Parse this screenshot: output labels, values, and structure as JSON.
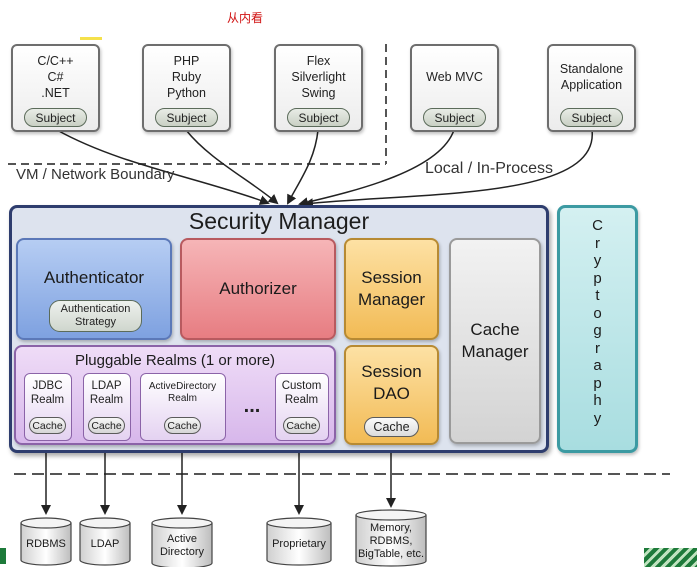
{
  "header_note": "从内看",
  "apps": [
    {
      "label": "C/C++\nC#\n.NET",
      "subject": "Subject"
    },
    {
      "label": "PHP\nRuby\nPython",
      "subject": "Subject"
    },
    {
      "label": "Flex\nSilverlight\nSwing",
      "subject": "Subject"
    },
    {
      "label": "Web MVC",
      "subject": "Subject"
    },
    {
      "label": "Standalone\nApplication",
      "subject": "Subject"
    }
  ],
  "boundaries": {
    "vm_network": "VM / Network Boundary",
    "local_in_process": "Local / In-Process"
  },
  "security_manager": {
    "title": "Security Manager",
    "authenticator": {
      "label": "Authenticator",
      "strategy": "Authentication\nStrategy"
    },
    "authorizer": {
      "label": "Authorizer"
    },
    "session_manager": {
      "label": "Session\nManager"
    },
    "cache_manager": {
      "label": "Cache\nManager"
    },
    "session_dao": {
      "label": "Session\nDAO",
      "cache": "Cache"
    },
    "pluggable_realms": {
      "title": "Pluggable Realms (1 or more)",
      "ellipsis": "...",
      "realms": [
        {
          "label": "JDBC\nRealm",
          "cache": "Cache"
        },
        {
          "label": "LDAP\nRealm",
          "cache": "Cache"
        },
        {
          "label": "ActiveDirectory\nRealm",
          "cache": "Cache"
        },
        {
          "label": "Custom\nRealm",
          "cache": "Cache"
        }
      ]
    }
  },
  "cryptography": {
    "letters": [
      "C",
      "r",
      "y",
      "p",
      "t",
      "o",
      "g",
      "r",
      "a",
      "p",
      "h",
      "y"
    ]
  },
  "data_sources": [
    {
      "label": "RDBMS"
    },
    {
      "label": "LDAP"
    },
    {
      "label": "Active\nDirectory"
    },
    {
      "label": "Proprietary"
    },
    {
      "label": "Memory,\nRDBMS,\nBigTable, etc."
    }
  ],
  "colors": {
    "authenticator": "#7ea1e0",
    "authorizer": "#e77d82",
    "session": "#f2bb55",
    "cache_manager": "#d3d3d3",
    "realms": "#d7b7eb",
    "cryptography": "#a8dde0",
    "security_manager_border": "#2e3d6e"
  }
}
